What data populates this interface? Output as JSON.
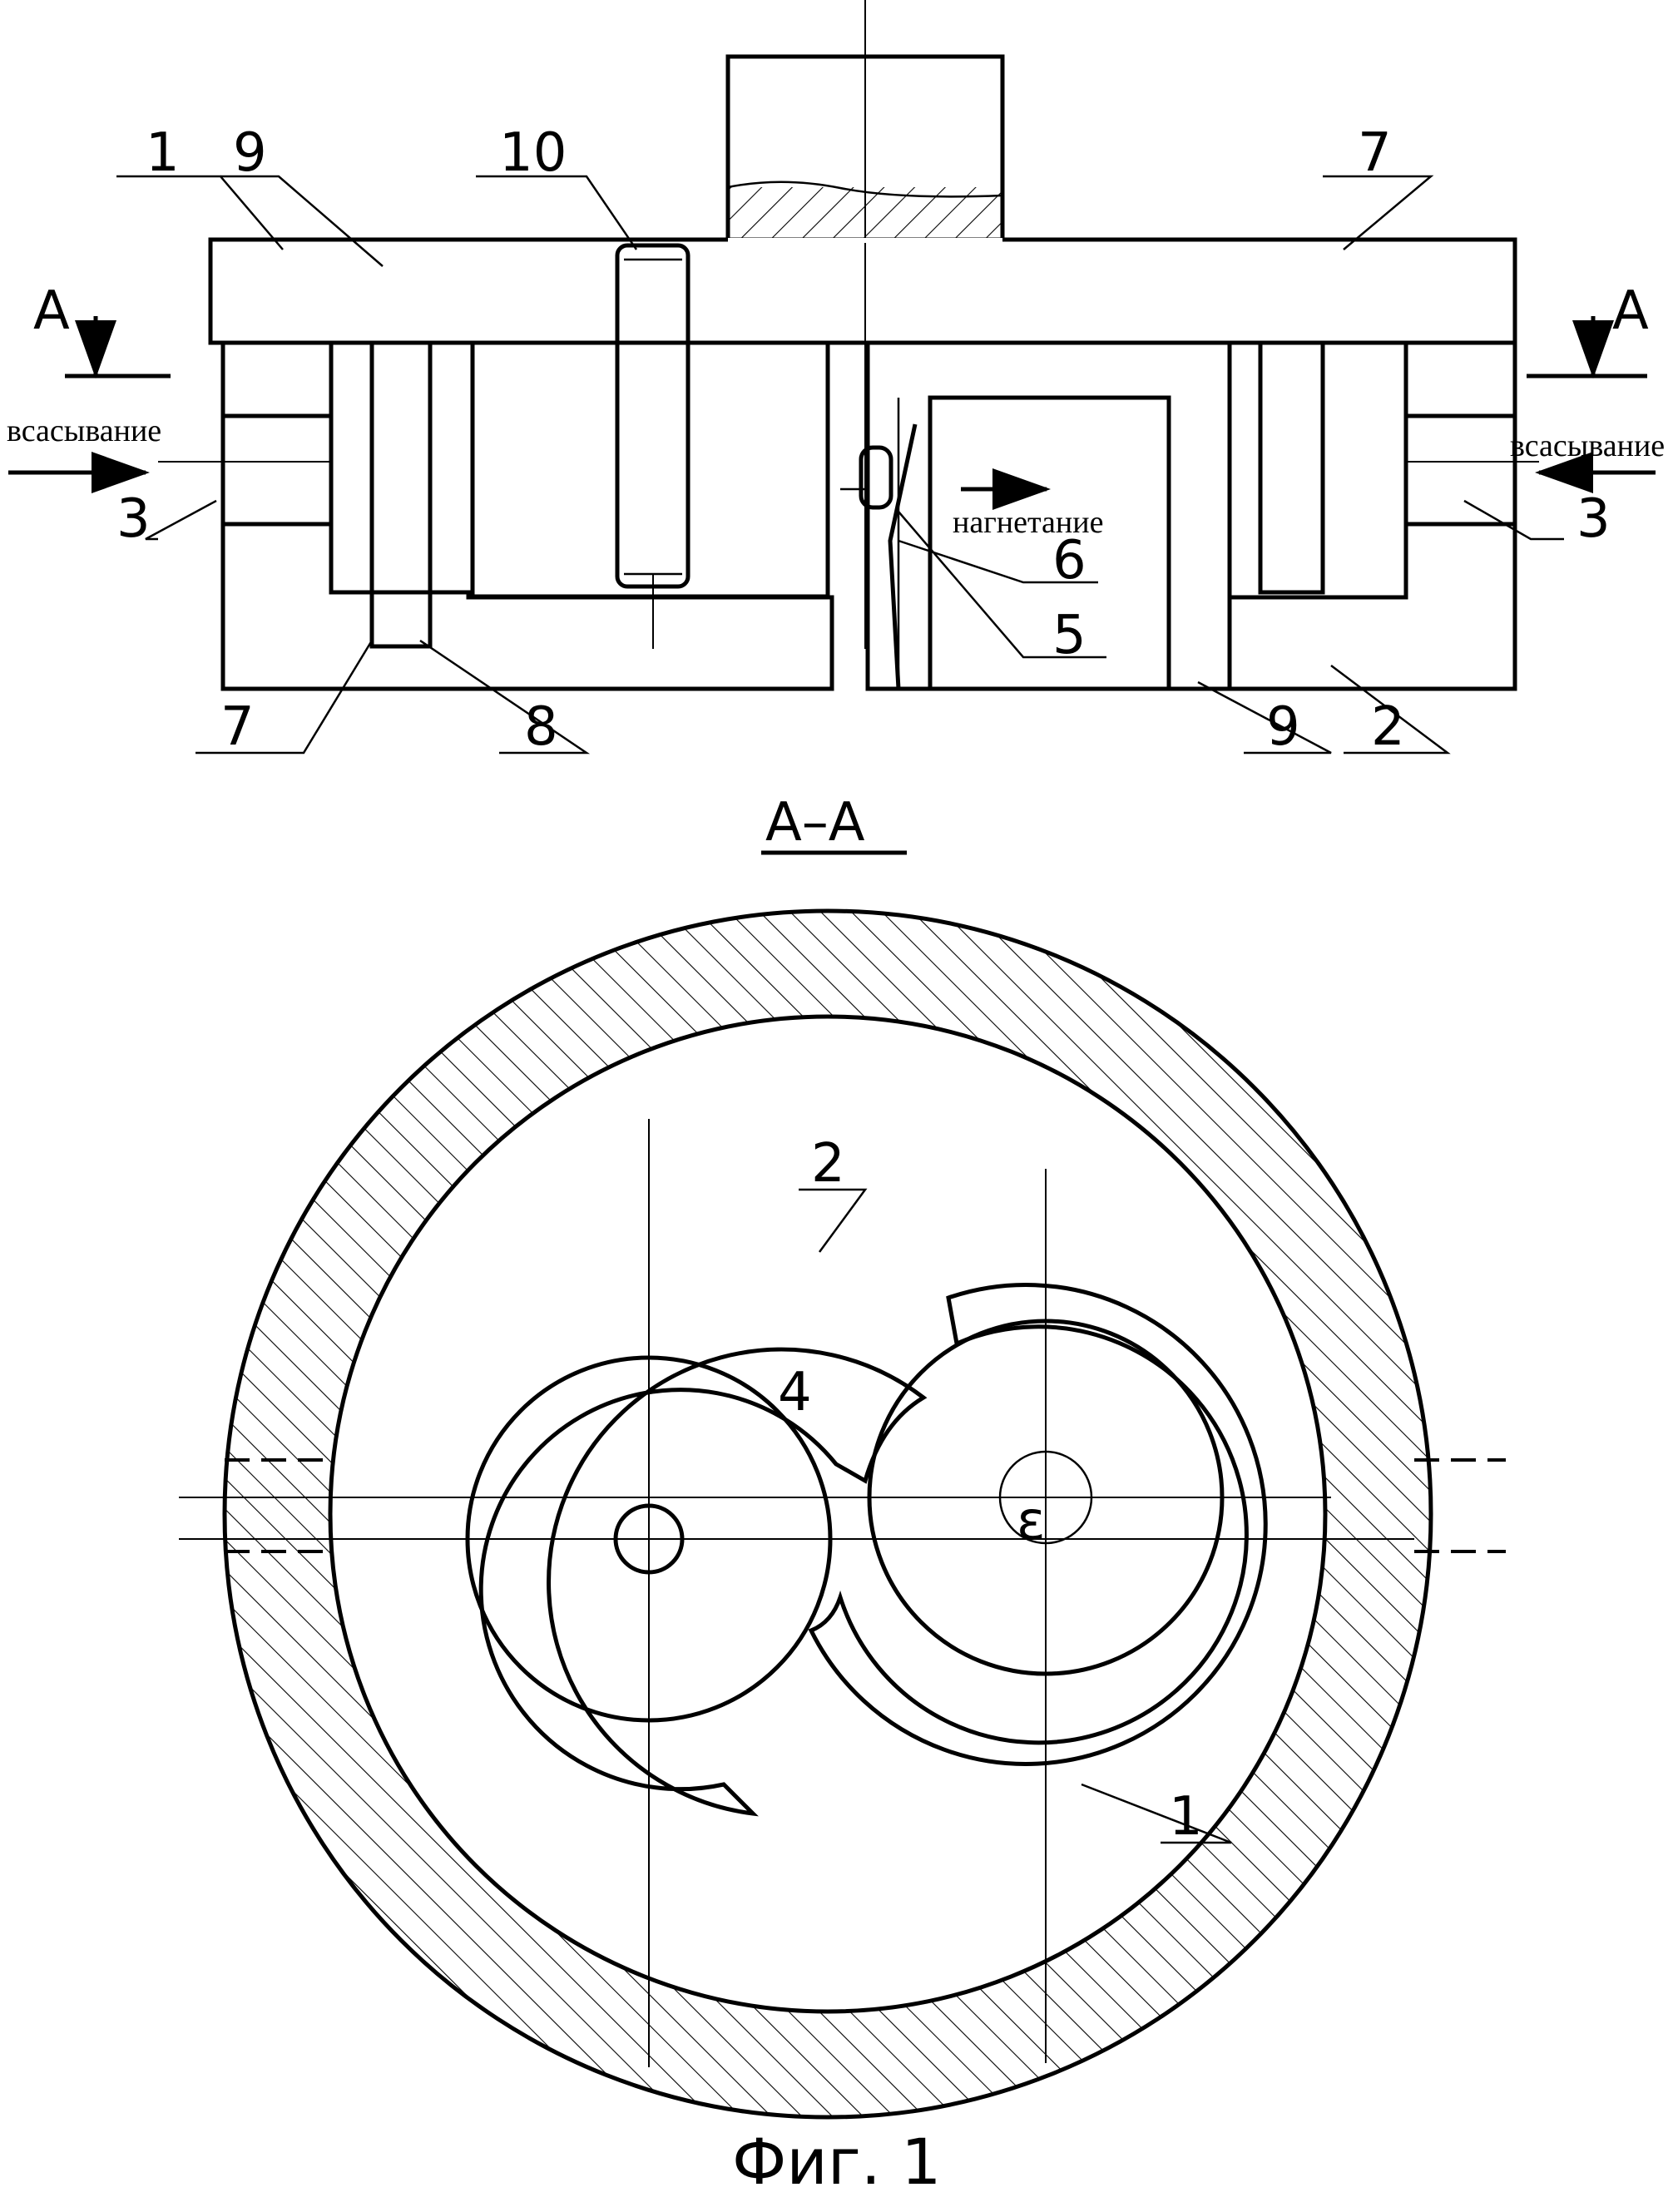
{
  "figure": {
    "caption": "Фиг. 1",
    "section_marker": "A",
    "section_title": "A–A",
    "flow": {
      "suction": "всасывание",
      "discharge": "нагнетание"
    },
    "top_view_labels": {
      "l1": "1",
      "l9_left": "9",
      "l10": "10",
      "l7_top": "7",
      "l3_left": "3",
      "l3_right": "3",
      "l6": "6",
      "l5": "5",
      "l7_bottom": "7",
      "l8": "8",
      "l9_bottom": "9",
      "l2": "2"
    },
    "section_labels": {
      "l2": "2",
      "l4": "4",
      "l1": "1"
    },
    "epsilon_symbol": "ε"
  }
}
